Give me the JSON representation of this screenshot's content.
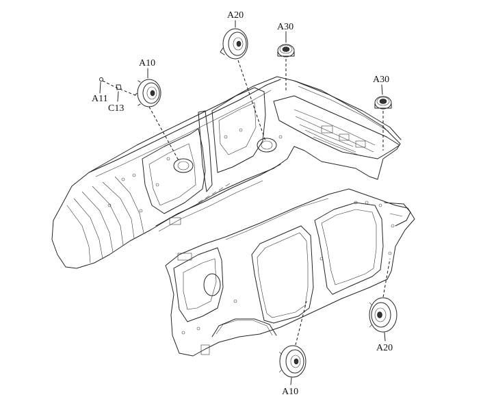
{
  "callouts": {
    "a10_top": "A10",
    "a11": "A11",
    "c13": "C13",
    "a20_top": "A20",
    "a30_upper": "A30",
    "a30_right": "A30",
    "a20_bottom": "A20",
    "a10_bottom": "A10"
  }
}
